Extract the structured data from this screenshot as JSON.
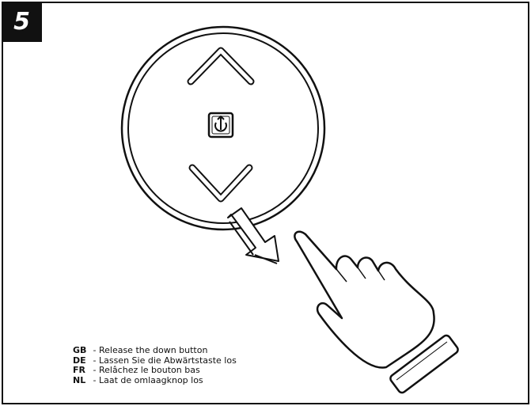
{
  "step": {
    "number": "5"
  },
  "captions": [
    {
      "code": "GB",
      "text": "- Release the down button"
    },
    {
      "code": "DE",
      "text": "- Lassen Sie die Abwärtstaste los"
    },
    {
      "code": "FR",
      "text": "- Relâchez le bouton bas"
    },
    {
      "code": "NL",
      "text": "- Laat de omlaagknop los"
    }
  ],
  "icons": {
    "up": "chevron-up-icon",
    "down": "chevron-down-icon",
    "center": "power-up-icon",
    "arrow": "release-arrow-icon",
    "hand": "pointing-hand-icon"
  },
  "colors": {
    "ink": "#111111",
    "paper": "#ffffff"
  }
}
